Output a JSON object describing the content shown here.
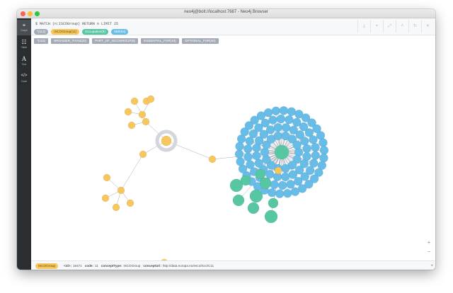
{
  "window": {
    "title": "neo4j@bolt://localhost:7687 - Neo4j Browser"
  },
  "traffic_lights": {
    "close": "#ff5f57",
    "minimize": "#febc2e",
    "zoom": "#28c840"
  },
  "sidebar": {
    "items": [
      {
        "icon": "graph-icon",
        "glyph": "⌖",
        "label": "Graph",
        "active": true
      },
      {
        "icon": "table-icon",
        "glyph": "☷",
        "label": "Table",
        "active": false
      },
      {
        "icon": "text-icon",
        "glyph": "A",
        "label": "Text",
        "active": false
      },
      {
        "icon": "code-icon",
        "glyph": "</>",
        "label": "Code",
        "active": false
      }
    ]
  },
  "toolbar": {
    "query": "$ MATCH (n:ISCOGroup) RETURN n LIMIT 25",
    "buttons": [
      {
        "icon": "download-icon",
        "glyph": "⤓"
      },
      {
        "icon": "pin-icon",
        "glyph": "⌖"
      },
      {
        "icon": "expand-icon",
        "glyph": "⤢"
      },
      {
        "icon": "collapse-icon",
        "glyph": "˄"
      },
      {
        "icon": "refresh-icon",
        "glyph": "↻"
      },
      {
        "icon": "close-icon",
        "glyph": "✕"
      }
    ]
  },
  "labels_row": [
    {
      "text": "*(113)",
      "style": "grey"
    },
    {
      "text": "ISCOGroup(11)",
      "style": "yellow"
    },
    {
      "text": "Occupation(9)",
      "style": "green"
    },
    {
      "text": "Skill(94)",
      "style": "blue"
    }
  ],
  "relationships_row": [
    {
      "text": "*(115)"
    },
    {
      "text": "BROADER_THAN(20)"
    },
    {
      "text": "PART_OF_ISCOGROUP(9)"
    },
    {
      "text": "ESSENTIAL_FOR(16)"
    },
    {
      "text": "OPTIONAL_FOR(40)"
    }
  ],
  "colors": {
    "iscogroup": "#f7c65c",
    "occupation": "#57c7a3",
    "skill": "#68bde8",
    "edge": "#a5abb6",
    "selected_ring": "#d3d6da"
  },
  "graph": {
    "center_skill_count": 94,
    "occupation_nodes": 9
  },
  "status": {
    "label": "ISCOGroup",
    "fields": [
      {
        "key": "<id>:",
        "value": "16471"
      },
      {
        "key": "code:",
        "value": "11"
      },
      {
        "key": "conceptType:",
        "value": "ISCOGroup"
      },
      {
        "key": "conceptUri:",
        "value": "http://data.europa.eu/esco/isco/C11"
      }
    ]
  },
  "zoom": {
    "in": "+",
    "out": "−"
  }
}
